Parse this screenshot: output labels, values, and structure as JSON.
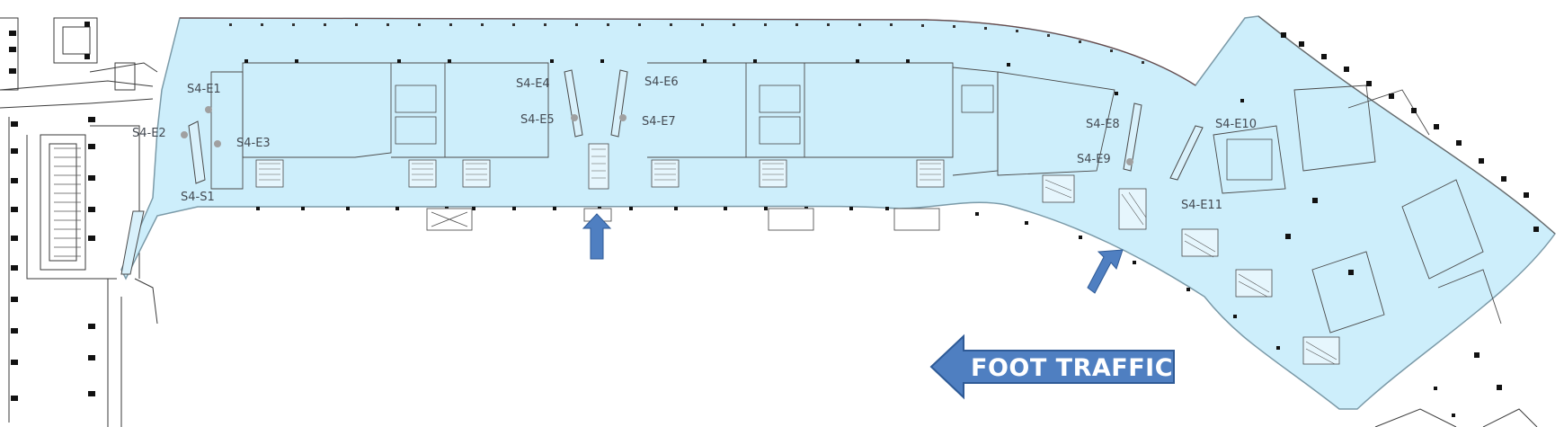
{
  "colors": {
    "hall_fill": "#cdeefb",
    "hall_stroke": "#7b9aa8",
    "arrow_fill": "#4f7fc1",
    "arrow_stroke": "#2e5a96",
    "label_text": "#444a52",
    "linework": "#3a3a3a"
  },
  "zones": {
    "s4_e1": "S4-E1",
    "s4_e2": "S4-E2",
    "s4_e3": "S4-E3",
    "s4_e4": "S4-E4",
    "s4_e5": "S4-E5",
    "s4_e6": "S4-E6",
    "s4_e7": "S4-E7",
    "s4_e8": "S4-E8",
    "s4_e9": "S4-E9",
    "s4_e10": "S4-E10",
    "s4_e11": "S4-E11",
    "s4_s1": "S4-S1"
  },
  "foot_traffic": {
    "label": "FOOT TRAFFIC",
    "direction": "left"
  },
  "entry_arrows": [
    {
      "name": "entry-arrow-center",
      "direction": "up"
    },
    {
      "name": "entry-arrow-east",
      "direction": "up-right"
    }
  ]
}
